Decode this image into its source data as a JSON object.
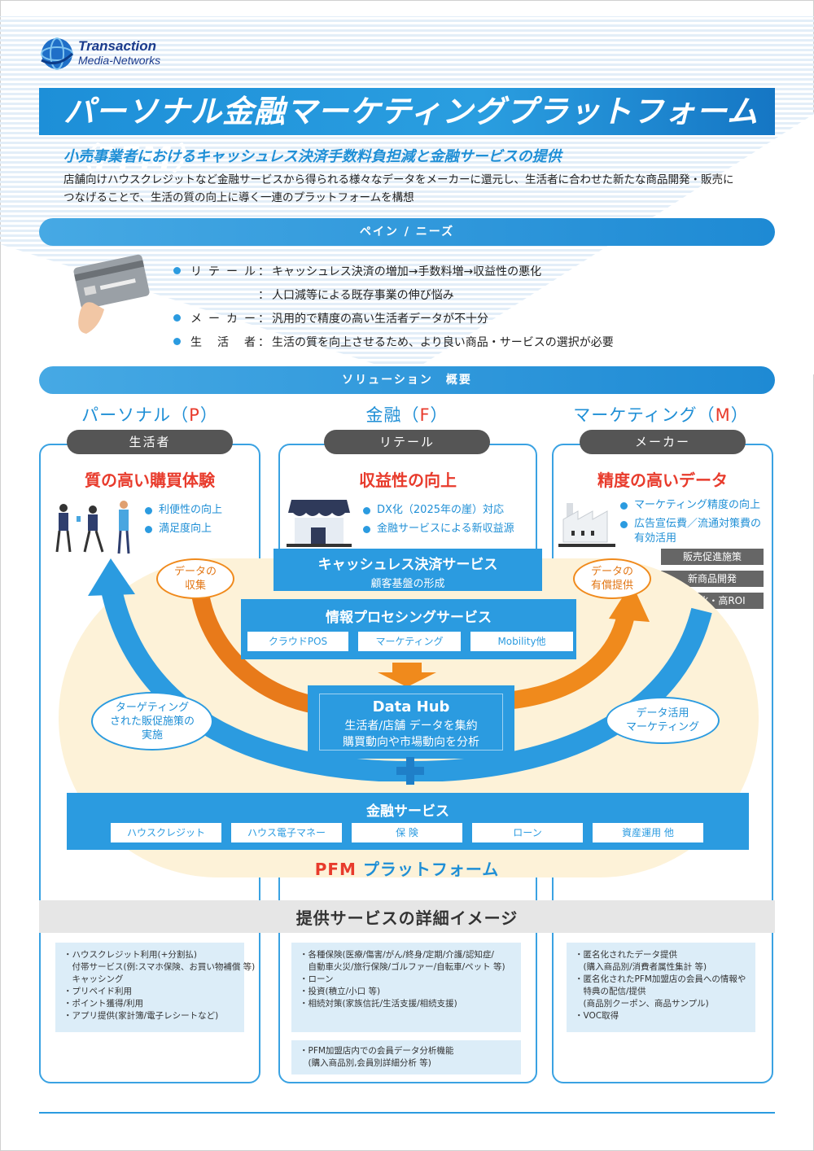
{
  "logo": {
    "line1": "Transaction",
    "line2": "Media-Networks"
  },
  "title": "パーソナル金融マーケティングプラットフォーム（PFM）",
  "subtitle": "小売事業者におけるキャッシュレス決済手数料負担減と金融サービスの提供",
  "description_line1": "店舗向けハウスクレジットなど金融サービスから得られる様々なデータをメーカーに還元し、生活者に合わせた新たな商品開発・販売に",
  "description_line2": "つなげることで、生活の質の向上に導く一連のプラットフォームを構想",
  "pain_needs": {
    "header": "ペイン / ニーズ",
    "rows": [
      {
        "role": "リテール",
        "text": "キャッシュレス決済の増加→手数料増→収益性の悪化"
      },
      {
        "role": "",
        "text": "人口減等による既存事業の伸び悩み"
      },
      {
        "role": "メーカー",
        "text": "汎用的で精度の高い生活者データが不十分"
      },
      {
        "role": "生活者",
        "text": "生活の質を向上させるため、より良い商品・サービスの選択が必要"
      }
    ]
  },
  "solution": {
    "header": "ソリューション　概要",
    "columns": [
      {
        "head": "パーソナル（",
        "letter": "P",
        "close": "）",
        "tag": "生活者",
        "title": "質の高い購買体験",
        "bullets": [
          "利便性の向上",
          "満足度向上"
        ]
      },
      {
        "head": "金融（",
        "letter": "F",
        "close": "）",
        "tag": "リテール",
        "title": "収益性の向上",
        "bullets": [
          "DX化（2025年の崖）対応",
          "金融サービスによる新収益源"
        ]
      },
      {
        "head": "マーケティング（",
        "letter": "M",
        "close": "）",
        "tag": "メーカー",
        "title": "精度の高いデータ",
        "bullets": [
          "マーケティング精度の向上",
          "広告宣伝費／流通対策費の",
          "有効活用"
        ]
      }
    ],
    "maker_tags": [
      "販売促進施策",
      "新商品開発",
      "効率化・高ROI"
    ],
    "cashless": {
      "title": "キャッシュレス決済サービス",
      "sub": "顧客基盤の形成"
    },
    "info_processing": {
      "title": "情報プロセシングサービス",
      "chips": [
        "クラウドPOS",
        "マーケティング",
        "Mobility他"
      ]
    },
    "data_hub": {
      "title": "Data Hub",
      "line1": "生活者/店舗 データを集約",
      "line2": "購買動向や市場動向を分析"
    },
    "finance": {
      "title": "金融サービス",
      "chips": [
        "ハウスクレジット",
        "ハウス電子マネー",
        "保 険",
        "ローン",
        "資産運用 他"
      ]
    },
    "bubbles": {
      "collect": [
        "データの",
        "収集"
      ],
      "paid": [
        "データの",
        "有償提供"
      ],
      "targeting": [
        "ターゲティング",
        "された販促施策の",
        "実施"
      ],
      "marketing": [
        "データ活用",
        "マーケティング"
      ]
    },
    "pfm_acc": "PFM",
    "pfm_rest": " プラットフォーム",
    "colors": {
      "blue": "#2b9be0",
      "orange": "#f08a1c",
      "red": "#e83b2c",
      "cream": "#fdf2d8"
    }
  },
  "details": {
    "header": "提供サービスの詳細イメージ",
    "left": [
      "・ハウスクレジット利用(+分割払)",
      "　付帯サービス(例:スマホ保険、お買い物補償 等)",
      "　キャッシング",
      "・プリペイド利用",
      "・ポイント獲得/利用",
      "・アプリ提供(家計簿/電子レシートなど)"
    ],
    "center": [
      "・各種保険(医療/傷害/がん/終身/定期/介護/認知症/",
      "　自動車火災/旅行保険/ゴルファー/自転車/ペット 等)",
      "・ローン",
      "・投資(積立/小口 等)",
      "・相続対策(家族信託/生活支援/相続支援)"
    ],
    "center2": [
      "・PFM加盟店内での会員データ分析機能",
      "　(購入商品別,会員別詳細分析 等)"
    ],
    "right": [
      "・匿名化されたデータ提供",
      "　(購入商品別/消費者属性集計 等)",
      "・匿名化されたPFM加盟店の会員への情報や",
      "　特典の配信/提供",
      "　(商品別クーポン、商品サンプル)",
      "・VOC取得"
    ]
  }
}
